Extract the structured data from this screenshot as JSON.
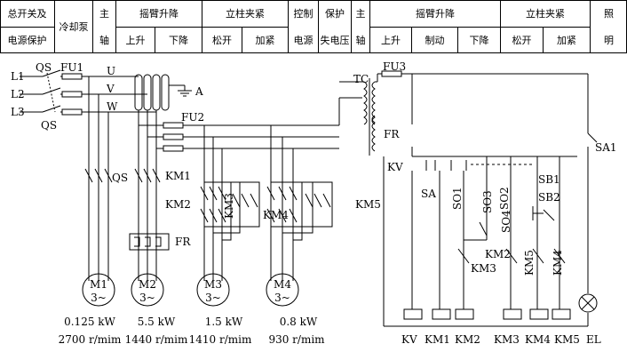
{
  "header": {
    "cols": [
      {
        "top": "总开关及",
        "bottom": "电源保护"
      },
      {
        "single": "冷却泵"
      },
      {
        "top": "主",
        "bottom": "轴"
      },
      {
        "group": "摇臂升降",
        "subs": [
          "上升",
          "下降"
        ]
      },
      {
        "group": "立柱夹紧",
        "subs": [
          "松开",
          "加紧"
        ]
      },
      {
        "top": "控制",
        "bottom": "电源"
      },
      {
        "top": "保护",
        "bottom": "失电压"
      },
      {
        "top": "主",
        "bottom": "轴"
      },
      {
        "group": "摇臂升降",
        "subs": [
          "上升",
          "制动",
          "下降"
        ]
      },
      {
        "group": "立柱夹紧",
        "subs": [
          "松开",
          "加紧"
        ]
      },
      {
        "top": "照",
        "bottom": "明"
      }
    ]
  },
  "labels": {
    "L1": "L1",
    "L2": "L2",
    "L3": "L3",
    "QS": "QS",
    "FU1": "FU1",
    "U": "U",
    "V": "V",
    "W": "W",
    "A": "A",
    "FU2": "FU2",
    "FU3": "FU3",
    "TC": "TC",
    "FR": "FR",
    "KV": "KV",
    "SA": "SA",
    "SA1": "SA1",
    "SQ1": "SO1",
    "SQ3": "SO3",
    "SQ2": "SO2",
    "SQ4": "SO4",
    "SB1": "SB1",
    "SB2": "SB2",
    "KM1": "KM1",
    "KM2": "KM2",
    "KM3": "KM3",
    "KM4": "KM4",
    "KM5": "KM5",
    "coil_KV": "KV",
    "coil_KM1": "KM1",
    "coil_KM2": "KM2",
    "coil_KM3": "KM3",
    "coil_KM4": "KM4",
    "coil_KM5": "KM5",
    "coil_EL": "EL"
  },
  "motors": [
    {
      "name": "M1",
      "phase": "3~",
      "power": "0.125 kW",
      "speed": "2700 r/mim"
    },
    {
      "name": "M2",
      "phase": "3~",
      "power": "5.5 kW",
      "speed": "1440 r/mim"
    },
    {
      "name": "M3",
      "phase": "3~",
      "power": "1.5 kW",
      "speed": "1410 r/mim"
    },
    {
      "name": "M4",
      "phase": "3~",
      "power": "0.8 kW",
      "speed": "930 r/mim"
    }
  ]
}
